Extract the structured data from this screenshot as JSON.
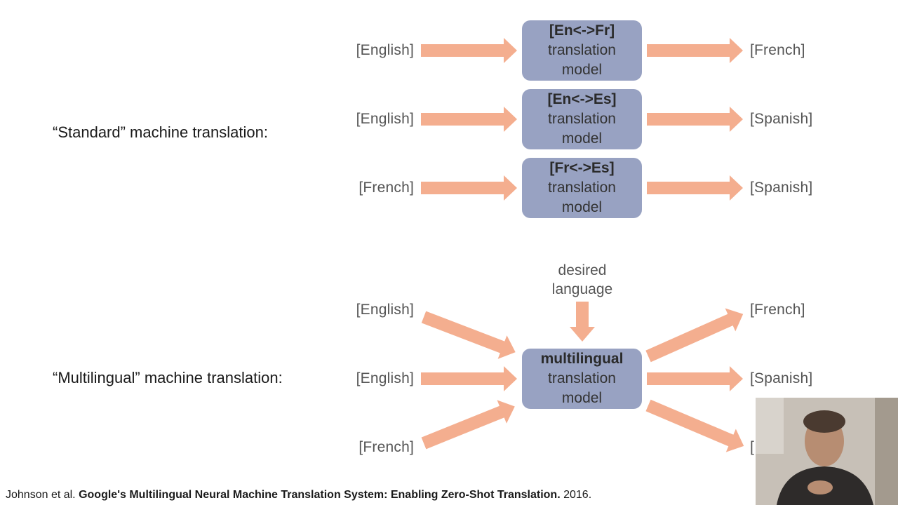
{
  "sections": {
    "standard_label": "“Standard” machine translation:",
    "multilingual_label": "“Multilingual” machine translation:"
  },
  "standard_rows": [
    {
      "source": "[English]",
      "model_bold": "[En<->Fr]",
      "model_line2": "translation",
      "model_line3": "model",
      "target": "[French]"
    },
    {
      "source": "[English]",
      "model_bold": "[En<->Es]",
      "model_line2": "translation",
      "model_line3": "model",
      "target": "[Spanish]"
    },
    {
      "source": "[French]",
      "model_bold": "[Fr<->Es]",
      "model_line2": "translation",
      "model_line3": "model",
      "target": "[Spanish]"
    }
  ],
  "multilingual": {
    "desired_line1": "desired",
    "desired_line2": "language",
    "sources": [
      "[English]",
      "[English]",
      "[French]"
    ],
    "model_bold": "multilingual",
    "model_line2": "translation",
    "model_line3": "model",
    "targets": [
      "[French]",
      "[Spanish]",
      "["
    ]
  },
  "citation": {
    "authors": "Johnson et al.",
    "title": "Google's Multilingual Neural Machine Translation System: Enabling Zero-Shot Translation.",
    "year": "2016."
  },
  "colors": {
    "arrow": "#f4ae8f",
    "model_box": "#98a2c2"
  },
  "webcam_overlay": "presenter-video-thumbnail"
}
